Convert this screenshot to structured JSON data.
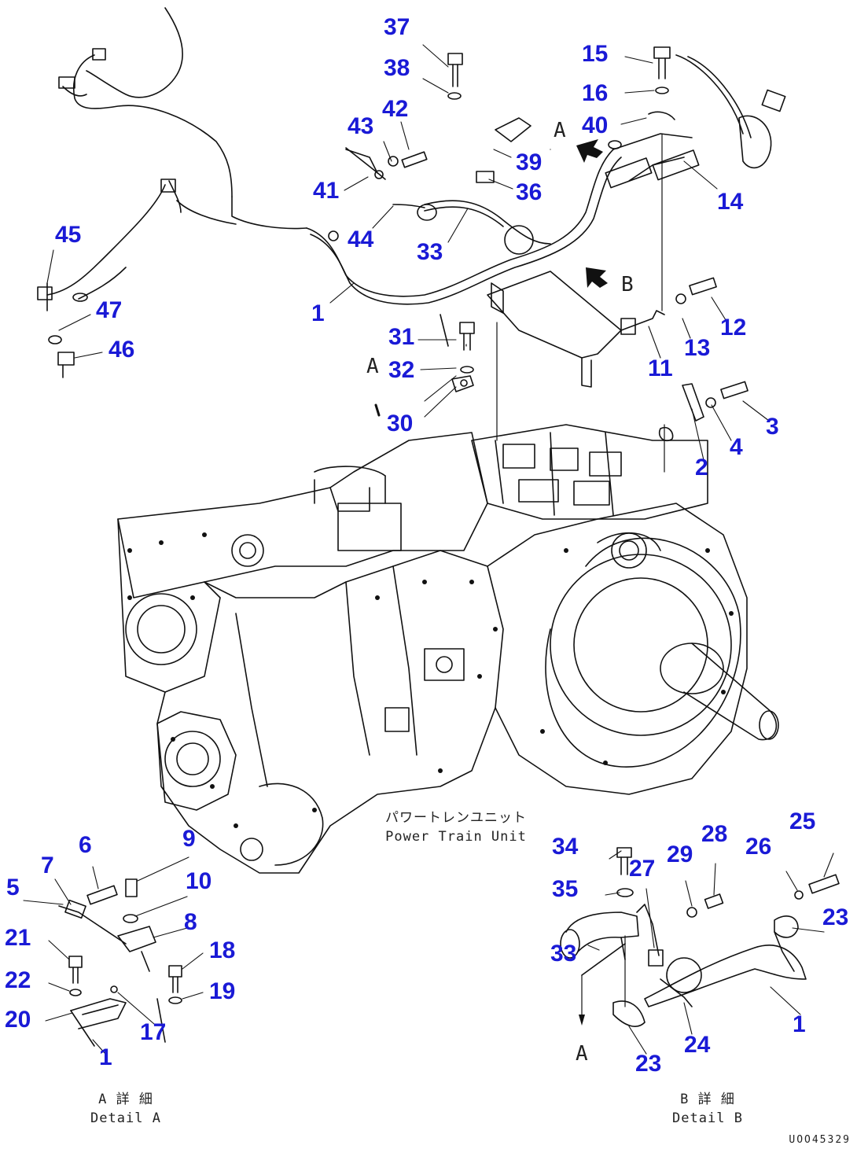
{
  "callouts": [
    "37",
    "38",
    "15",
    "16",
    "40",
    "43",
    "42",
    "39",
    "36",
    "41",
    "14",
    "44",
    "33",
    "45",
    "1",
    "47",
    "46",
    "31",
    "32",
    "12",
    "13",
    "11",
    "30",
    "3",
    "4",
    "2",
    "6",
    "9",
    "7",
    "10",
    "5",
    "8",
    "21",
    "18",
    "22",
    "19",
    "20",
    "17",
    "1",
    "34",
    "28",
    "25",
    "29",
    "26",
    "27",
    "35",
    "23",
    "33",
    "1",
    "24",
    "23"
  ],
  "labels": {
    "power_train_jp": "パワートレンユニット",
    "power_train_en": "Power Train Unit",
    "detail_a_jp": "A 詳 細",
    "detail_a_en": "Detail A",
    "detail_b_jp": "B 詳 細",
    "detail_b_en": "Detail B",
    "mark_a": "A",
    "mark_b": "B",
    "mark_a_lower": "A",
    "mark_a_bottom": "A",
    "doc_ref": "UOO45329"
  }
}
